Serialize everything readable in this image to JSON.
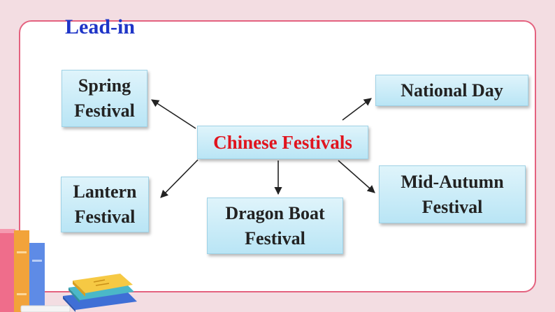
{
  "slide": {
    "title": "Lead-in"
  },
  "diagram": {
    "center": "Chinese Festivals",
    "nodes": [
      {
        "id": "spring",
        "label": "Spring\nFestival"
      },
      {
        "id": "national",
        "label": "National Day"
      },
      {
        "id": "lantern",
        "label": "Lantern\nFestival"
      },
      {
        "id": "dragon",
        "label": "Dragon Boat\nFestival"
      },
      {
        "id": "midautumn",
        "label": "Mid-Autumn\nFestival"
      }
    ]
  },
  "colors": {
    "title": "#1f35c7",
    "center_text": "#e0141e",
    "frame": "#e4627f",
    "node_fill": "#c8ebf7"
  }
}
